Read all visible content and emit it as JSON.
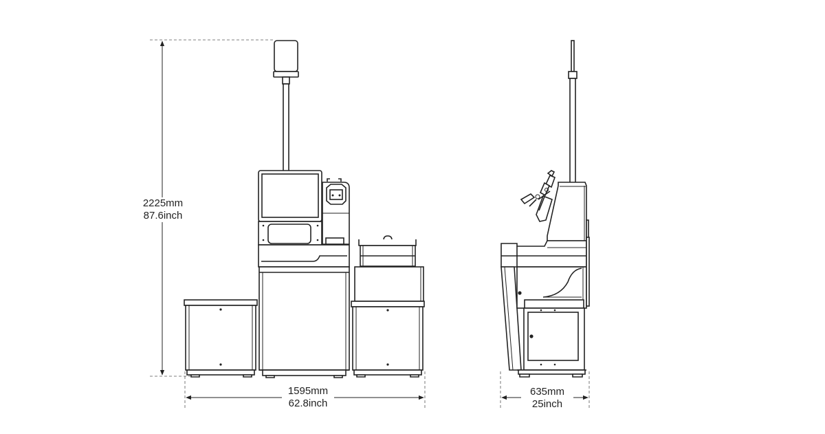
{
  "dimensions": {
    "height": {
      "metric": "2225mm",
      "imperial": "87.6inch"
    },
    "width": {
      "metric": "1595mm",
      "imperial": "62.8inch"
    },
    "depth": {
      "metric": "635mm",
      "imperial": "25inch"
    }
  },
  "colors": {
    "line": "#222222",
    "background": "#ffffff"
  }
}
